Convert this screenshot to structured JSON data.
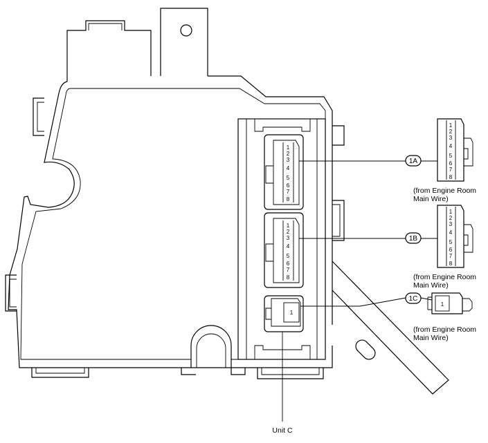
{
  "connectors": [
    {
      "id": "1A",
      "pins": [
        "1",
        "2",
        "3",
        "4",
        "5",
        "6",
        "7",
        "8"
      ],
      "source_line1": "(from Engine Room",
      "source_line2": "Main Wire)"
    },
    {
      "id": "1B",
      "pins": [
        "1",
        "2",
        "3",
        "4",
        "5",
        "6",
        "7",
        "8"
      ],
      "source_line1": "(from Engine Room",
      "source_line2": "Main Wire)"
    },
    {
      "id": "1C",
      "pins": [
        "1"
      ],
      "source_line1": "(from Engine Room",
      "source_line2": "Main Wire)"
    }
  ],
  "unit_label": "Unit C"
}
